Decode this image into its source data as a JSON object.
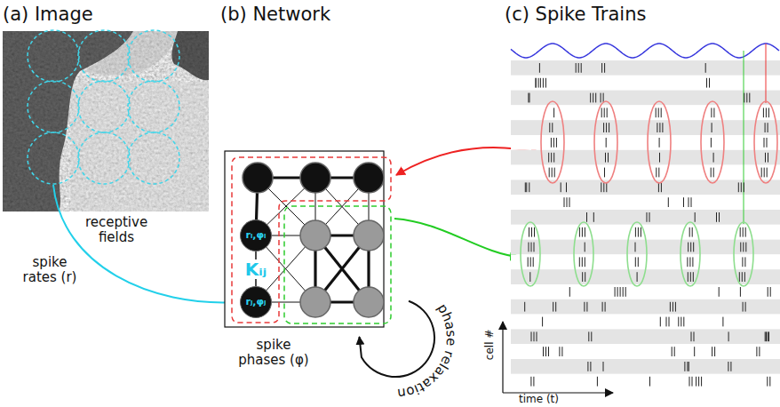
{
  "diagram": {
    "nodes": [
      {
        "text": [
          "rᵢ,φᵢ"
        ]
      },
      {
        "text": [
          "rⱼ,φⱼ"
        ]
      }
    ],
    "edges": [
      {
        "from": 0,
        "to": 1,
        "arrow": "none",
        "label": "Kᵢⱼ"
      }
    ],
    "labels": [
      "(a) Image",
      "(b) Network",
      "(c) Spike Trains",
      "receptive fields",
      "spike rates (r)",
      "spike phases (φ)",
      "phase relaxation",
      "cell #",
      "time (t)"
    ]
  }
}
